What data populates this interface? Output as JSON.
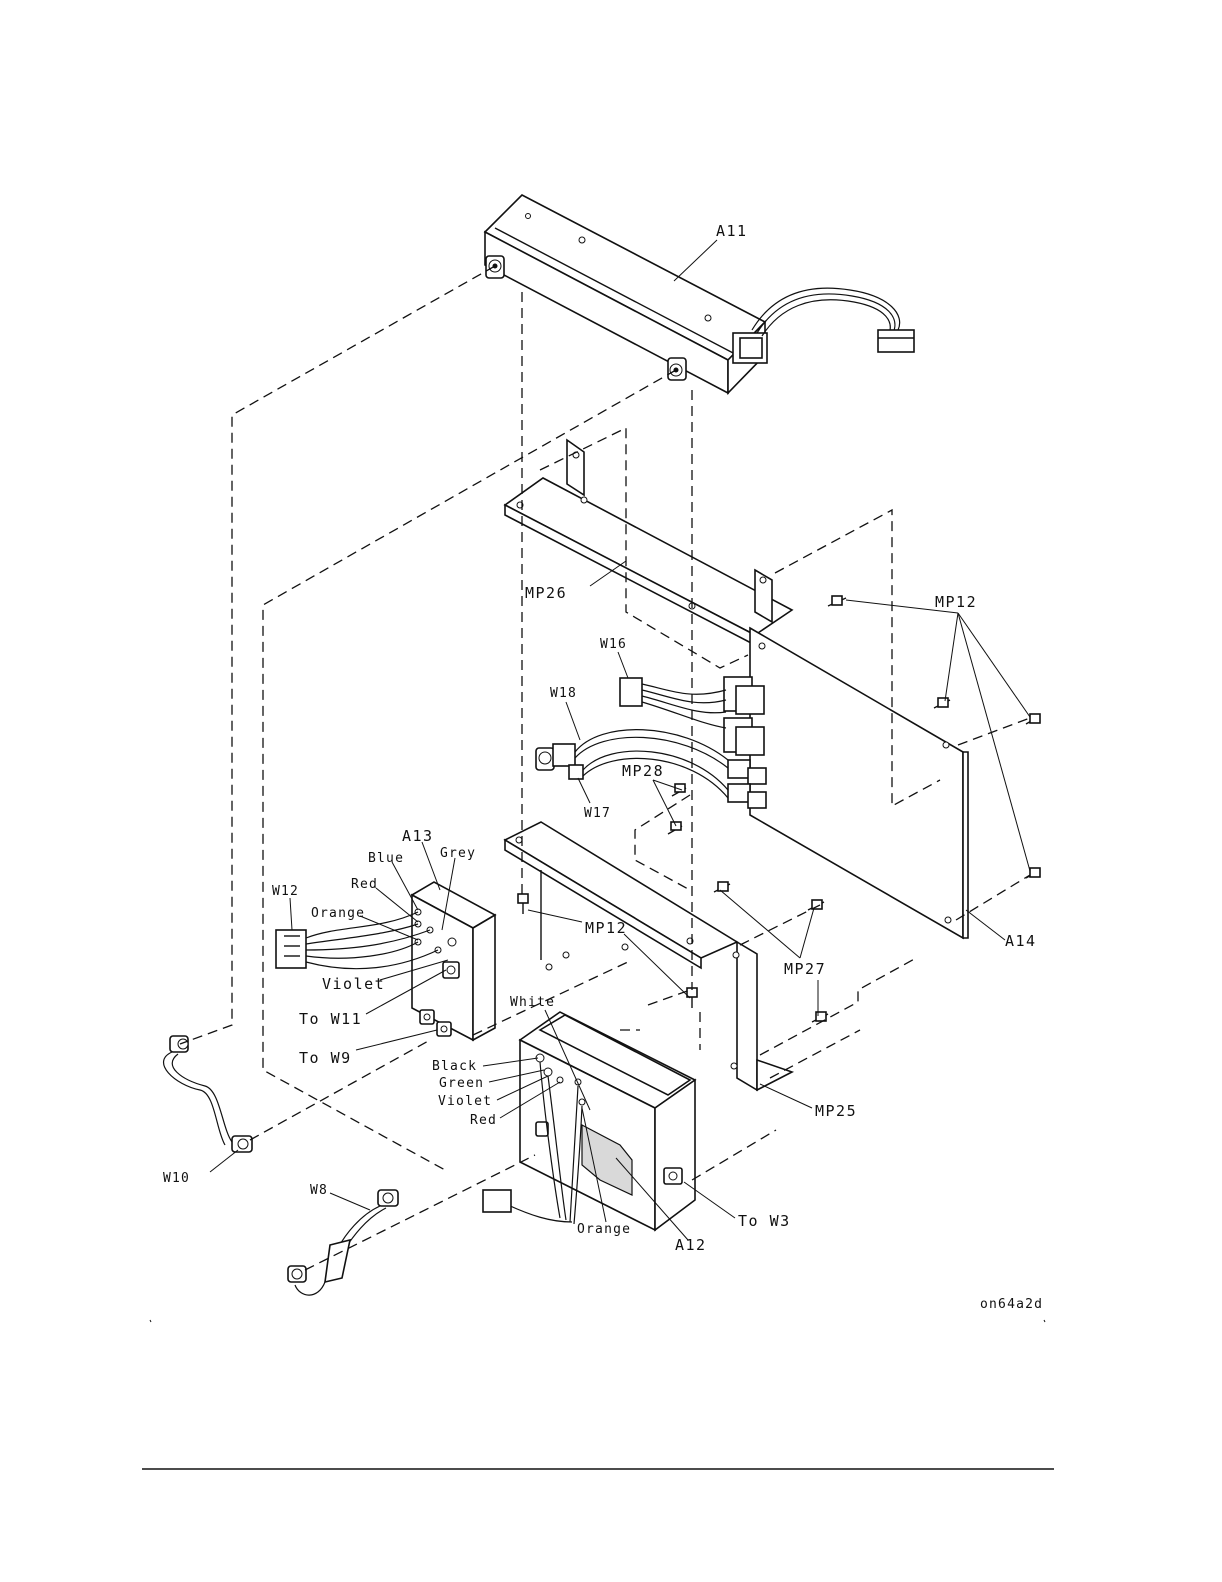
{
  "labels": {
    "a11": "A11",
    "mp26": "MP26",
    "mp12_top": "MP12",
    "w16": "W16",
    "w18": "W18",
    "mp28": "MP28",
    "w17": "W17",
    "a13": "A13",
    "blue": "Blue",
    "grey": "Grey",
    "red_a13": "Red",
    "w12": "W12",
    "orange_a13": "Orange",
    "mp12_mid": "MP12",
    "a14": "A14",
    "violet_a13": "Violet",
    "to_w11": "To W11",
    "mp27": "MP27",
    "white": "White",
    "to_w9": "To W9",
    "black": "Black",
    "green": "Green",
    "violet_a12": "Violet",
    "red_a12": "Red",
    "mp25": "MP25",
    "w10": "W10",
    "w8": "W8",
    "orange_a12": "Orange",
    "to_w3": "To W3",
    "a12": "A12",
    "figure_id": "on64a2d"
  }
}
